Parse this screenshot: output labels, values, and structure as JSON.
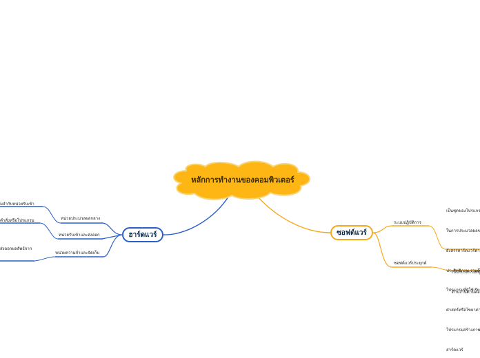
{
  "central": {
    "label": "หลักการทำงานของคอมพิวเตอร์"
  },
  "hardware": {
    "label": "ฮาร์ดแวร์",
    "branches": [
      {
        "label": "หน่วยประมวลผลกลาง",
        "detail": "มจำกับหน่วยรับเข้า"
      },
      {
        "label": "หน่วยรับเข้าและส่งออก",
        "detail": "คำสั่งหรือโปรแกรม"
      },
      {
        "label": "หน่วยความจำและจัดเก็บ",
        "detail": "ส่งออกผลลัพธ์จาก"
      }
    ]
  },
  "software": {
    "label": "ซอฟต์แวร์",
    "branches": [
      {
        "label": "ระบบปฏิบัติการ",
        "detail_lines": [
          "เป็นชุดของโปรแกร",
          "ในการประมวลผลข",
          "ยังสรรหาร์ดแวร์ต่า",
          "ประสิทธิภาพ รวมถึ",
          "โปรแกรมที่ผู้ใช้เรียก",
          "ศาสตร์หรือไขยาต่า",
          "โปรแกรมสร้างภาพ",
          "สาร์ดแวร์"
        ]
      },
      {
        "label": "ซอฟต์แวร์ประยุกต์",
        "detail_lines": [
          "เป็นโปรแกรมที่ผู้",
          "ด้านงานด้านคอมพิ"
        ]
      }
    ]
  },
  "colors": {
    "central_fill": "#fdb614",
    "central_stroke": "#f7d57a",
    "hardware_line": "#2a5fc8",
    "software_line": "#f5a81e"
  }
}
